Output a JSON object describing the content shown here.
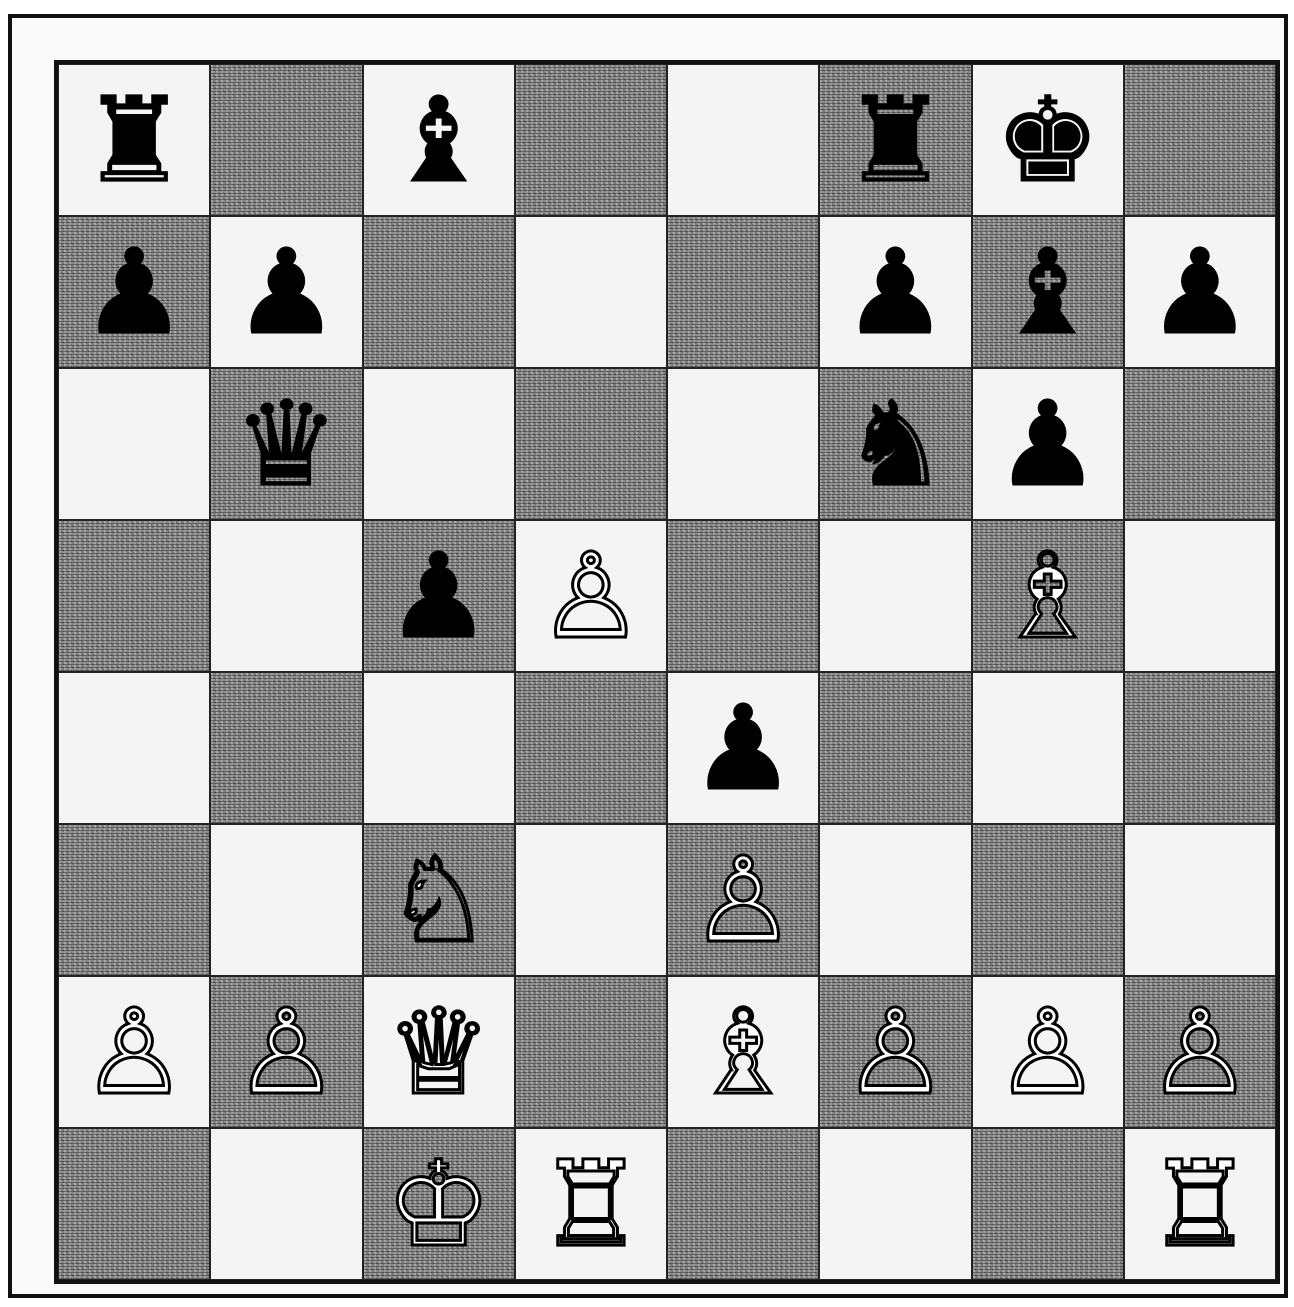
{
  "board": {
    "orientation": "white-bottom",
    "colors": {
      "light": "#f4f4f4",
      "dark": "#8a8a8a",
      "line": "#111111"
    },
    "squares": [
      [
        {
          "piece": "rook",
          "color": "black",
          "glyph": "♜"
        },
        {
          "piece": null
        },
        {
          "piece": "bishop",
          "color": "black",
          "glyph": "♝"
        },
        {
          "piece": null
        },
        {
          "piece": null
        },
        {
          "piece": "rook",
          "color": "black",
          "glyph": "♜"
        },
        {
          "piece": "king",
          "color": "black",
          "glyph": "♚"
        },
        {
          "piece": null
        }
      ],
      [
        {
          "piece": "pawn",
          "color": "black",
          "glyph": "♟"
        },
        {
          "piece": "pawn",
          "color": "black",
          "glyph": "♟"
        },
        {
          "piece": null
        },
        {
          "piece": null
        },
        {
          "piece": null
        },
        {
          "piece": "pawn",
          "color": "black",
          "glyph": "♟"
        },
        {
          "piece": "bishop",
          "color": "black",
          "glyph": "♝"
        },
        {
          "piece": "pawn",
          "color": "black",
          "glyph": "♟"
        }
      ],
      [
        {
          "piece": null
        },
        {
          "piece": "queen",
          "color": "black",
          "glyph": "♛"
        },
        {
          "piece": null
        },
        {
          "piece": null
        },
        {
          "piece": null
        },
        {
          "piece": "knight",
          "color": "black",
          "glyph": "♞"
        },
        {
          "piece": "pawn",
          "color": "black",
          "glyph": "♟"
        },
        {
          "piece": null
        }
      ],
      [
        {
          "piece": null
        },
        {
          "piece": null
        },
        {
          "piece": "pawn",
          "color": "black",
          "glyph": "♟"
        },
        {
          "piece": "pawn",
          "color": "white",
          "glyph": "♙"
        },
        {
          "piece": null
        },
        {
          "piece": null
        },
        {
          "piece": "bishop",
          "color": "white",
          "glyph": "♗"
        },
        {
          "piece": null
        }
      ],
      [
        {
          "piece": null
        },
        {
          "piece": null
        },
        {
          "piece": null
        },
        {
          "piece": null
        },
        {
          "piece": "pawn",
          "color": "black",
          "glyph": "♟"
        },
        {
          "piece": null
        },
        {
          "piece": null
        },
        {
          "piece": null
        }
      ],
      [
        {
          "piece": null
        },
        {
          "piece": null
        },
        {
          "piece": "knight",
          "color": "white",
          "glyph": "♘"
        },
        {
          "piece": null
        },
        {
          "piece": "pawn",
          "color": "white",
          "glyph": "♙"
        },
        {
          "piece": null
        },
        {
          "piece": null
        },
        {
          "piece": null
        }
      ],
      [
        {
          "piece": "pawn",
          "color": "white",
          "glyph": "♙"
        },
        {
          "piece": "pawn",
          "color": "white",
          "glyph": "♙"
        },
        {
          "piece": "queen",
          "color": "white",
          "glyph": "♕"
        },
        {
          "piece": null
        },
        {
          "piece": "bishop",
          "color": "white",
          "glyph": "♗"
        },
        {
          "piece": "pawn",
          "color": "white",
          "glyph": "♙"
        },
        {
          "piece": "pawn",
          "color": "white",
          "glyph": "♙"
        },
        {
          "piece": "pawn",
          "color": "white",
          "glyph": "♙"
        }
      ],
      [
        {
          "piece": null
        },
        {
          "piece": null
        },
        {
          "piece": "king",
          "color": "white",
          "glyph": "♔"
        },
        {
          "piece": "rook",
          "color": "white",
          "glyph": "♖"
        },
        {
          "piece": null
        },
        {
          "piece": null
        },
        {
          "piece": null
        },
        {
          "piece": "rook",
          "color": "white",
          "glyph": "♖"
        }
      ]
    ]
  }
}
